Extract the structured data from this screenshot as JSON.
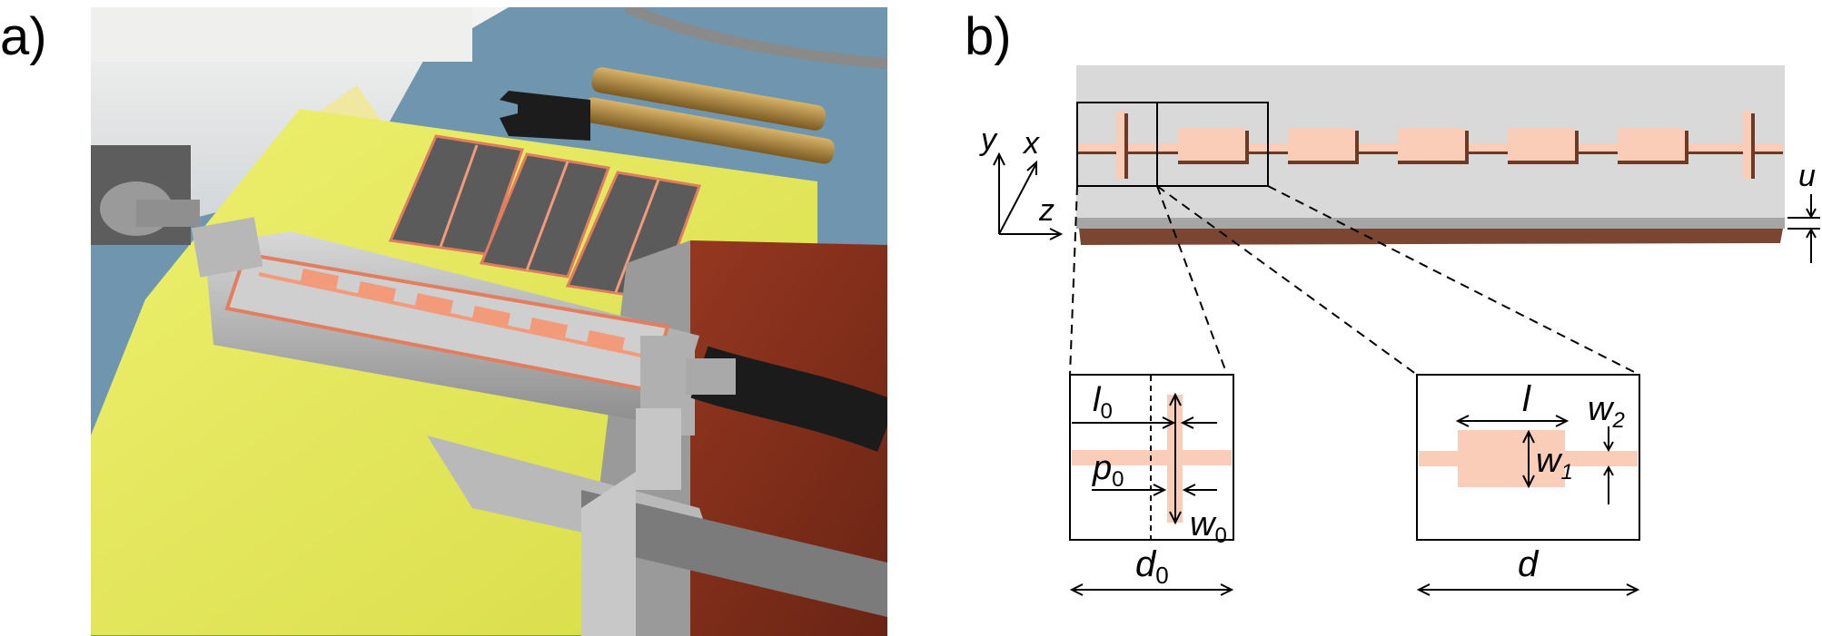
{
  "panels": {
    "a": {
      "label": "a)"
    },
    "b": {
      "label": "b)"
    }
  },
  "axes": {
    "y": "y",
    "x": "x",
    "z": "z"
  },
  "symbols": {
    "u": "u",
    "l0": {
      "base": "l",
      "sub": "0"
    },
    "p0": {
      "base": "p",
      "sub": "0"
    },
    "w0": {
      "base": "w",
      "sub": "0"
    },
    "d0": {
      "base": "d",
      "sub": "0"
    },
    "l": "l",
    "w1": {
      "base": "w",
      "sub": "1"
    },
    "w2": {
      "base": "w",
      "sub": "2"
    },
    "d": "d"
  },
  "colors": {
    "copper": "#f9cdb8",
    "copper_photo": "#f29a7a",
    "substrate": "#d9d9d9",
    "ground": "#7a4632",
    "ground_gray": "#a6a6a6",
    "mat_yellow": "#e4e75e",
    "table_blue": "#7ea7bf",
    "wood": "#8a2f1c"
  },
  "photo": {
    "description_icon": "photo-of-fabricated-microstrip-structure"
  }
}
